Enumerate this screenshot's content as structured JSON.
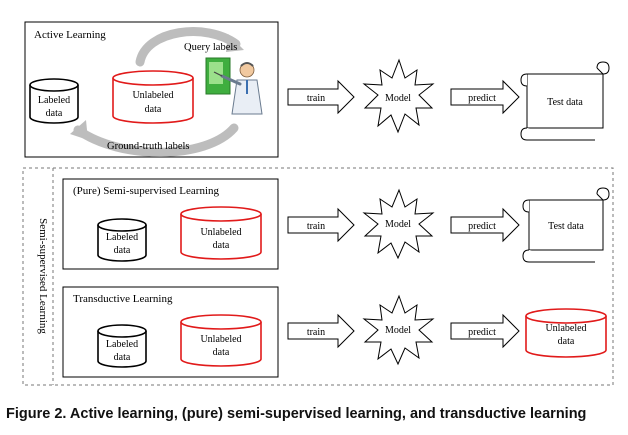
{
  "active": {
    "title": "Active Learning",
    "labeled": [
      "Labeled",
      "data"
    ],
    "unlabeled": [
      "Unlabeled",
      "data"
    ],
    "query": "Query labels",
    "ground_truth": "Ground-truth labels",
    "train": "train",
    "model": "Model",
    "predict": "predict",
    "test": "Test data"
  },
  "semi_group_label": "Semi-supervised Learning",
  "pure": {
    "title": "(Pure) Semi-supervised Learning",
    "labeled": [
      "Labeled",
      "data"
    ],
    "unlabeled": [
      "Unlabeled",
      "data"
    ],
    "train": "train",
    "model": "Model",
    "predict": "predict",
    "test": "Test data"
  },
  "transductive": {
    "title": "Transductive Learning",
    "labeled": [
      "Labeled",
      "data"
    ],
    "unlabeled": [
      "Unlabeled",
      "data"
    ],
    "train": "train",
    "model": "Model",
    "predict": "predict",
    "output": [
      "Unlabeled",
      "data"
    ]
  },
  "caption": "Figure 2. Active learning, (pure) semi-supervised learning, and transductive learning",
  "colors": {
    "unlabeled_stroke": "#e11a1a",
    "stroke": "#000000",
    "curve_gray": "#bdbdbd"
  }
}
